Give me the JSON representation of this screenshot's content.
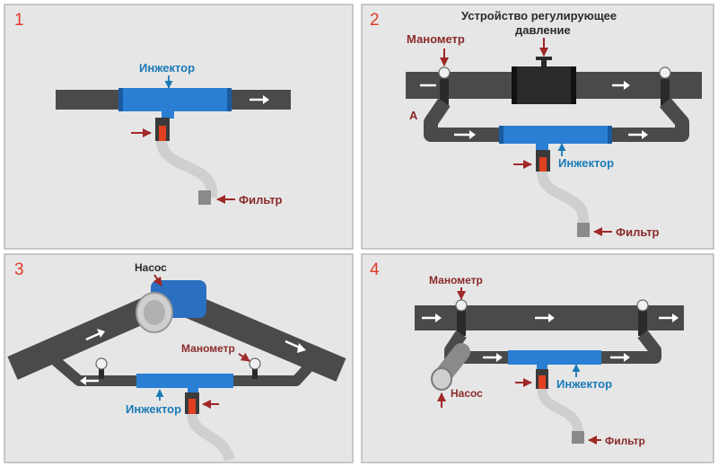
{
  "colors": {
    "panel_fill": "#e6e6e6",
    "panel_border": "#b9b9b9",
    "pipe": "#4a4a4a",
    "injector": "#2a7fd4",
    "label_blue": "#1a7ab8",
    "label_red": "#8a2a2a",
    "arrow_red": "#a02828",
    "number_red": "#e03a2a",
    "hose": "#cfcfcf",
    "pump_blue": "#2a6fc0",
    "valve_red": "#e04020"
  },
  "panels": [
    {
      "number": "1",
      "injector_label": "Инжектор",
      "filter_label": "Фильтр"
    },
    {
      "number": "2",
      "regulator_label_line1": "Устройство регулирующее",
      "regulator_label_line2": "давление",
      "manometer_label": "Манометр",
      "point_label": "A",
      "injector_label": "Инжектор",
      "filter_label": "Фильтр"
    },
    {
      "number": "3",
      "pump_label": "Насос",
      "manometer_label": "Манометр",
      "injector_label": "Инжектор"
    },
    {
      "number": "4",
      "manometer_label": "Манометр",
      "pump_label": "Насос",
      "injector_label": "Инжектор",
      "filter_label": "Фильтр"
    }
  ]
}
